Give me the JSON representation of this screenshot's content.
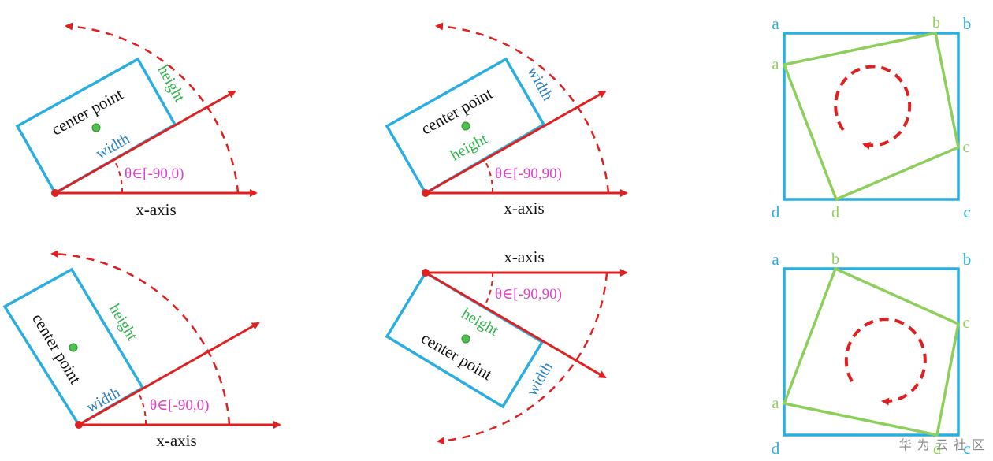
{
  "colors": {
    "red": "#e02020",
    "blue": "#2aaee0",
    "green": "#8ccf5a",
    "green_text": "#2fb24b",
    "blue_text": "#2a7fc0",
    "magenta": "#e040c8",
    "center_dot": "#4cc24c"
  },
  "panels": {
    "top_left": {
      "center_label": "center point",
      "width_label": "width",
      "height_label": "height",
      "angle_label": "θ∈[-90,0)",
      "axis_label": "x-axis"
    },
    "top_mid": {
      "center_label": "center point",
      "width_label": "width",
      "height_label": "height",
      "angle_label": "θ∈[-90,90)",
      "axis_label": "x-axis"
    },
    "bottom_left": {
      "center_label": "center point",
      "width_label": "width",
      "height_label": "height",
      "angle_label": "θ∈[-90,0)",
      "axis_label": "x-axis"
    },
    "bottom_mid": {
      "center_label": "center point",
      "width_label": "width",
      "height_label": "height",
      "angle_label": "θ∈[-90,90)",
      "axis_label": "x-axis"
    },
    "top_right": {
      "square_labels": [
        "a",
        "b",
        "c",
        "d"
      ],
      "rotated_labels": [
        "a",
        "b",
        "c",
        "d"
      ]
    },
    "bottom_right": {
      "square_labels": [
        "a",
        "b",
        "c",
        "d"
      ],
      "rotated_labels": [
        "a",
        "b",
        "c",
        "d"
      ]
    }
  },
  "watermark": "华 为 云 社 区"
}
